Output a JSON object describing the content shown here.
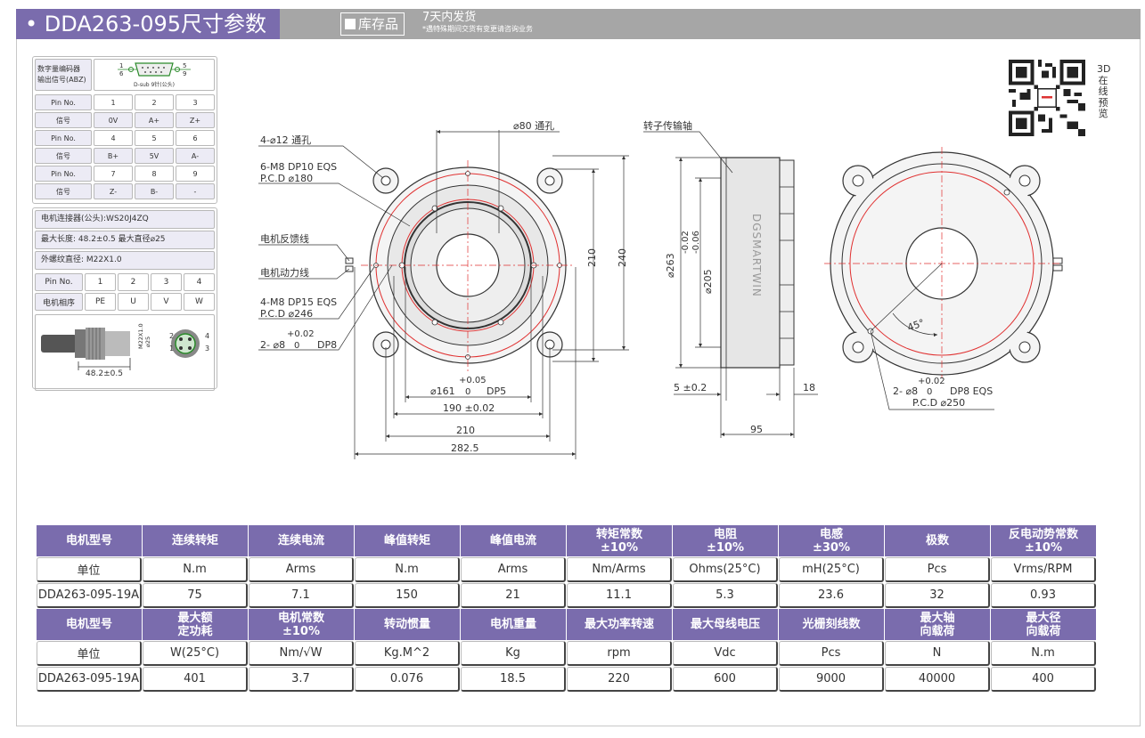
{
  "header": {
    "title": "• DDA263-095尺寸参数",
    "stock_badge": "库存品",
    "ship_line1": "7天内发货",
    "ship_line2": "*遇特殊期间交货有变更请咨询业务"
  },
  "encoder": {
    "label_line1": "数字量编码器",
    "label_line2": "输出信号(ABZ)",
    "connector_caption": "D-sub 9针(公头)",
    "pin_1": "1",
    "pin_5": "5",
    "pin_6": "6",
    "pin_9": "9",
    "rows": [
      [
        "Pin No.",
        "1",
        "2",
        "3"
      ],
      [
        "信号",
        "0V",
        "A+",
        "Z+"
      ],
      [
        "Pin No.",
        "4",
        "5",
        "6"
      ],
      [
        "信号",
        "B+",
        "5V",
        "A-"
      ],
      [
        "Pin No.",
        "7",
        "8",
        "9"
      ],
      [
        "信号",
        "Z-",
        "B-",
        "-"
      ]
    ]
  },
  "motor_connector": {
    "connector": "电机连接器(公头):WS20J4ZQ",
    "max_length": "最大长度: 48.2±0.5  最大直径⌀25",
    "thread": "外螺纹直径: M22X1.0",
    "pin_row": [
      "Pin No.",
      "1",
      "2",
      "3",
      "4"
    ],
    "phase_row": [
      "电机相序",
      "PE",
      "U",
      "V",
      "W"
    ],
    "img_thread": "M22X1.0",
    "img_dia": "⌀25",
    "img_len": "48.2±0.5",
    "img_pin_1": "1",
    "img_pin_2": "2",
    "img_pin_3": "3",
    "img_pin_4": "4"
  },
  "qr": {
    "text": "3D在线预览"
  },
  "drawing": {
    "front": {
      "through_hole": "4-⌀12 通孔",
      "m8_dp10": "6-M8 DP10 EQS",
      "pcd180": "P.C.D ⌀180",
      "feedback": "电机反馈线",
      "power": "电机动力线",
      "m8_dp15": "4-M8 DP15 EQS",
      "pcd246": "P.C.D ⌀246",
      "tol_002": "+0.02",
      "pin8_a": "2- ⌀8",
      "pin8_b": "0",
      "pin8_c": "DP8",
      "hole80": "⌀80 通孔",
      "dim210v": "210",
      "dim240v": "240",
      "tol_005": "+0.05",
      "d161_a": "⌀161",
      "d161_b": "0",
      "d161_c": "DP5",
      "d190": "190 ±0.02",
      "d210": "210",
      "d282": "282.5"
    },
    "side": {
      "shaft": "转子传输轴",
      "brand": "DGSMARTWIN",
      "d263": "⌀263",
      "d205": "⌀205",
      "tol_neg": "-0.02",
      "tol_neg2": "-0.06",
      "d5": "5 ±0.2",
      "d18": "18",
      "d95": "95"
    },
    "rear": {
      "angle": "45°",
      "tol": "+0.02",
      "pin_a": "2- ⌀8",
      "pin_b": "0",
      "pin_c": "DP8 EQS",
      "pcd250": "P.C.D ⌀250"
    }
  },
  "spec_table": {
    "row1_headers": [
      "电机型号",
      "连续转矩",
      "连续电流",
      "峰值转矩",
      "峰值电流",
      "转矩常数\n±10%",
      "电阻\n±10%",
      "电感\n±30%",
      "极数",
      "反电动势常数\n±10%"
    ],
    "row1_units": [
      "单位",
      "N.m",
      "Arms",
      "N.m",
      "Arms",
      "Nm/Arms",
      "Ohms(25°C)",
      "mH(25°C)",
      "Pcs",
      "Vrms/RPM"
    ],
    "row1_values": [
      "DDA263-095-19A",
      "75",
      "7.1",
      "150",
      "21",
      "11.1",
      "5.3",
      "23.6",
      "32",
      "0.93"
    ],
    "row2_headers": [
      "电机型号",
      "最大额\n定功耗",
      "电机常数\n±10%",
      "转动惯量",
      "电机重量",
      "最大功率转速",
      "最大母线电压",
      "光栅刻线数",
      "最大轴\n向载荷",
      "最大径\n向载荷"
    ],
    "row2_units": [
      "单位",
      "W(25°C)",
      "Nm/√W",
      "Kg.M^2",
      "Kg",
      "rpm",
      "Vdc",
      "Pcs",
      "N",
      "N.m"
    ],
    "row2_values": [
      "DDA263-095-19A",
      "401",
      "3.7",
      "0.076",
      "18.5",
      "220",
      "600",
      "9000",
      "40000",
      "400"
    ]
  },
  "colors": {
    "accent": "#7a6cad",
    "header_gray": "#a6a6a6",
    "drawing_red": "#e03030"
  }
}
